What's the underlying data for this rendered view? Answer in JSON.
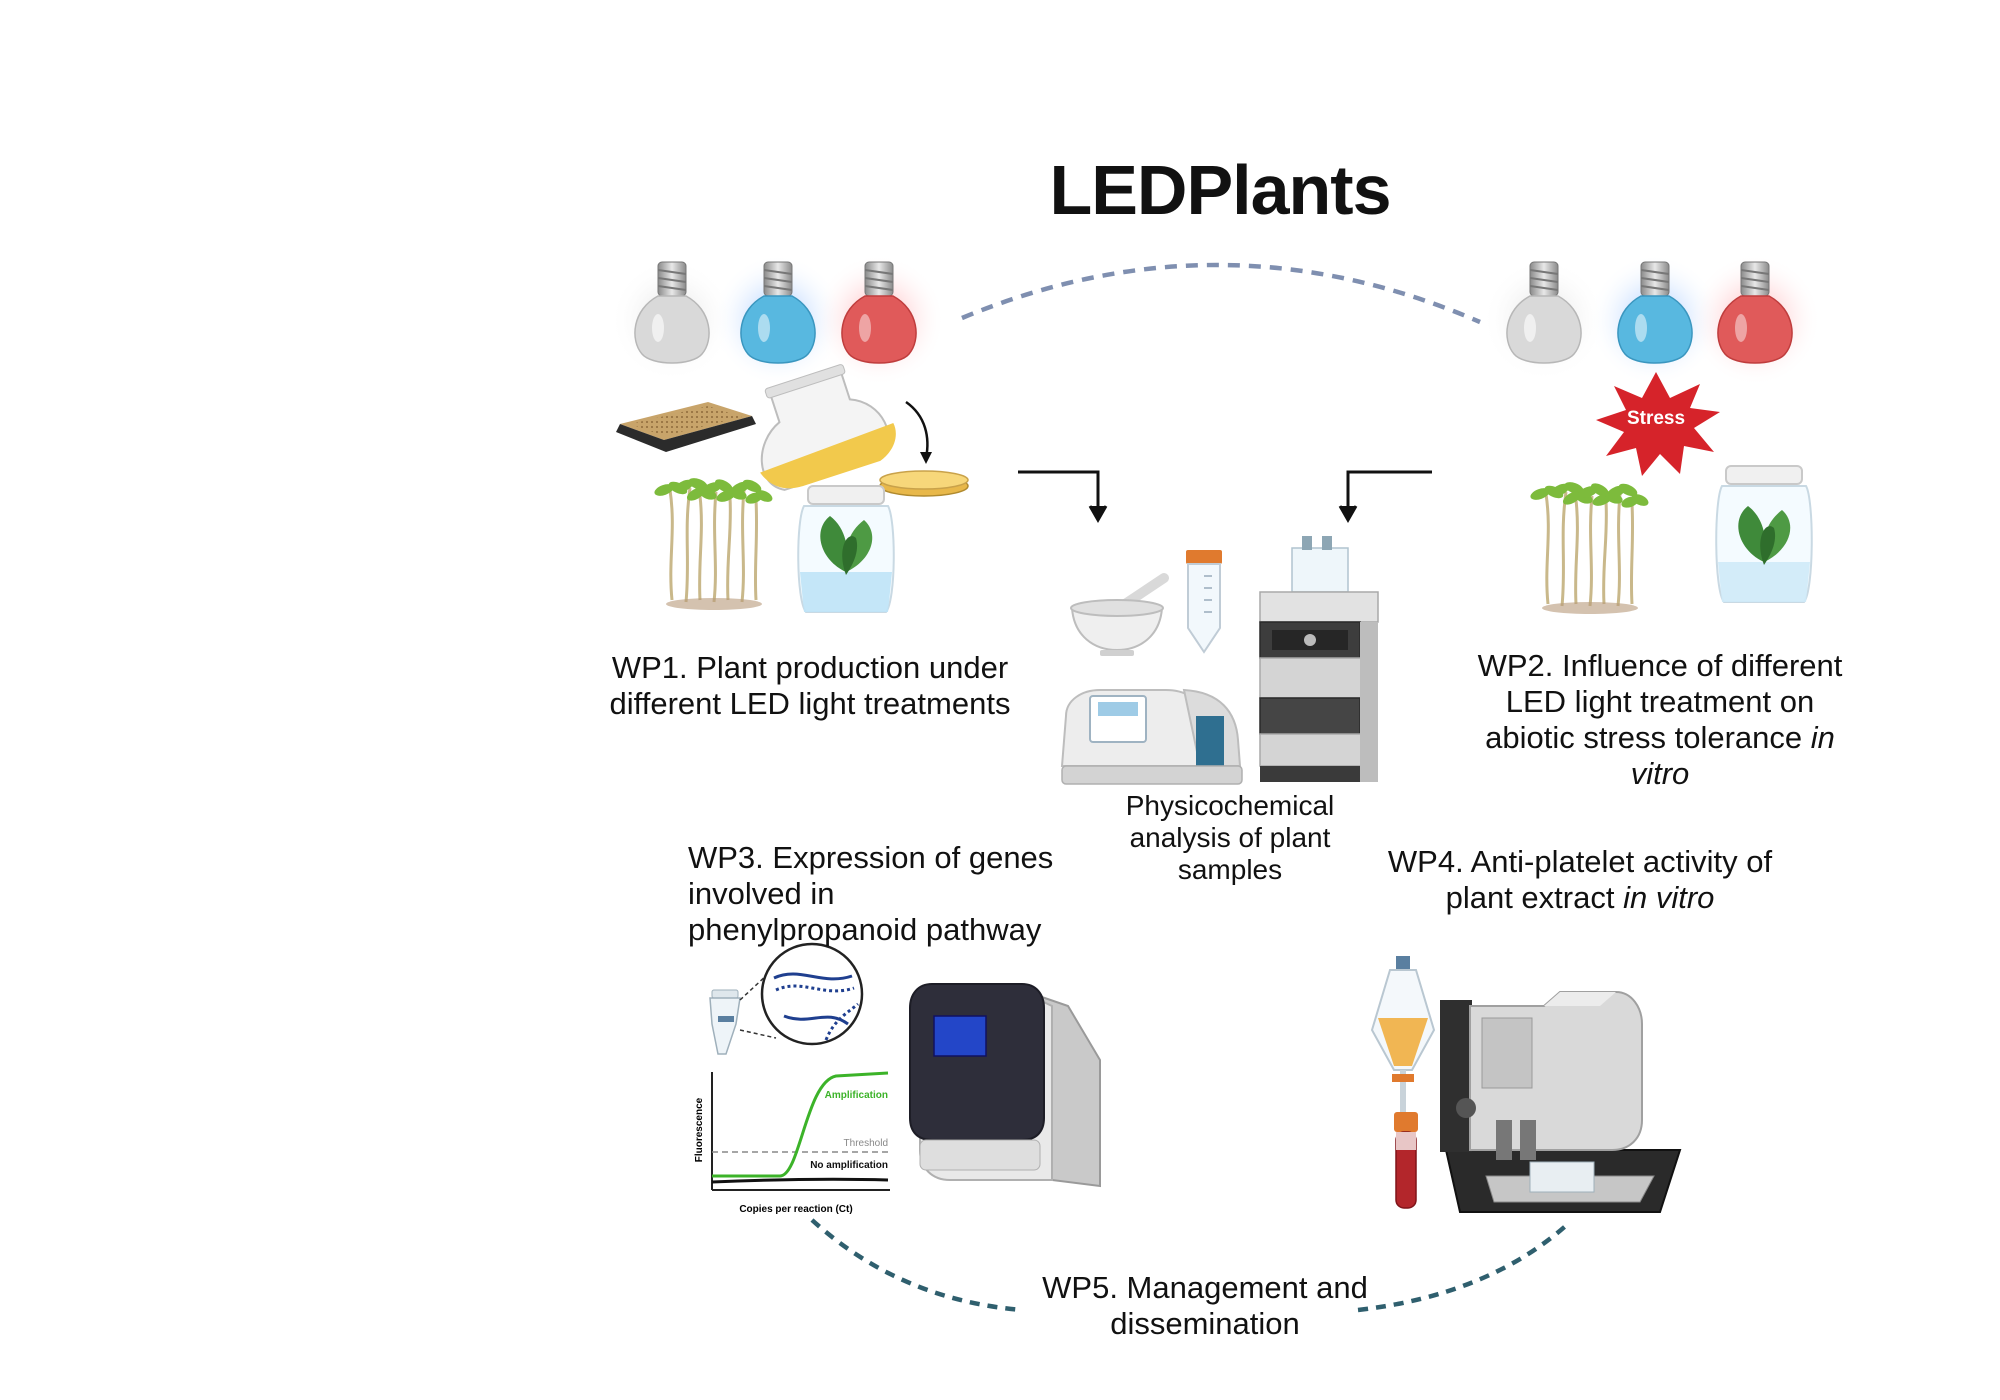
{
  "title": "LEDPlants",
  "wp1": {
    "line1": "WP1. Plant production under",
    "line2": "different LED light treatments"
  },
  "wp2": {
    "line1": "WP2. Influence of different",
    "line2": "LED light treatment on",
    "line3_a": "abiotic stress tolerance ",
    "line3_b": "in",
    "line4": "vitro"
  },
  "center_label": {
    "line1": "Physicochemical",
    "line2": "analysis of plant",
    "line3": "samples"
  },
  "wp3": {
    "line1": "WP3. Expression of genes",
    "line2": "involved in",
    "line3": "phenylpropanoid pathway"
  },
  "wp4": {
    "line1": "WP4. Anti-platelet activity of",
    "line2_a": "plant extract ",
    "line2_b": "in vitro"
  },
  "wp5": {
    "line1": "WP5. Management and",
    "line2": "dissemination"
  },
  "stress_badge": "Stress",
  "qpcr_chart": {
    "ylabel": "Fluorescence",
    "xlabel": "Copies per reaction (Ct)",
    "amplification": "Amplification",
    "threshold": "Threshold",
    "no_amplification": "No amplification"
  },
  "colors": {
    "bulb_white": "#d9d9d9",
    "bulb_blue": "#58b8e0",
    "bulb_red": "#e05a5a",
    "arc_top": "#7f8fb0",
    "arc_bottom": "#2f5f6e",
    "stress": "#d6232a",
    "amplification": "#3cb329"
  },
  "icons": [
    "light-bulb-icon",
    "seed-tray-icon",
    "flask-icon",
    "petri-dish-icon",
    "sprouts-icon",
    "jar-plant-icon",
    "mortar-pestle-icon",
    "falcon-tube-icon",
    "spectrophotometer-icon",
    "hplc-icon",
    "stress-burst-icon",
    "pcr-tube-icon",
    "dna-icon",
    "qpcr-machine-icon",
    "separatory-funnel-icon",
    "blood-tube-icon",
    "aggregometer-icon"
  ]
}
